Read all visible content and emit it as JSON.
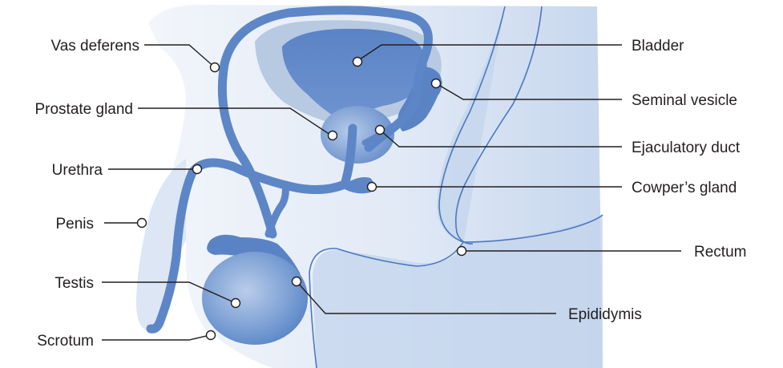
{
  "labels": {
    "vas_deferens": "Vas deferens",
    "prostate_gland": "Prostate gland",
    "urethra": "Urethra",
    "penis": "Penis",
    "testis": "Testis",
    "scrotum": "Scrotum",
    "bladder": "Bladder",
    "seminal_vesicle": "Seminal vesicle",
    "ejaculatory_duct": "Ejaculatory duct",
    "cowpers_gland": "Cowper’s gland",
    "rectum": "Rectum",
    "epididymis": "Epididymis"
  },
  "colors": {
    "body_light": "#e4ecf7",
    "body_mid": "#cbdaef",
    "organ": "#5d86c7",
    "organ_dark": "#4b78c0",
    "bladder_halo": "#b8c9e2",
    "leader": "#231f20"
  }
}
